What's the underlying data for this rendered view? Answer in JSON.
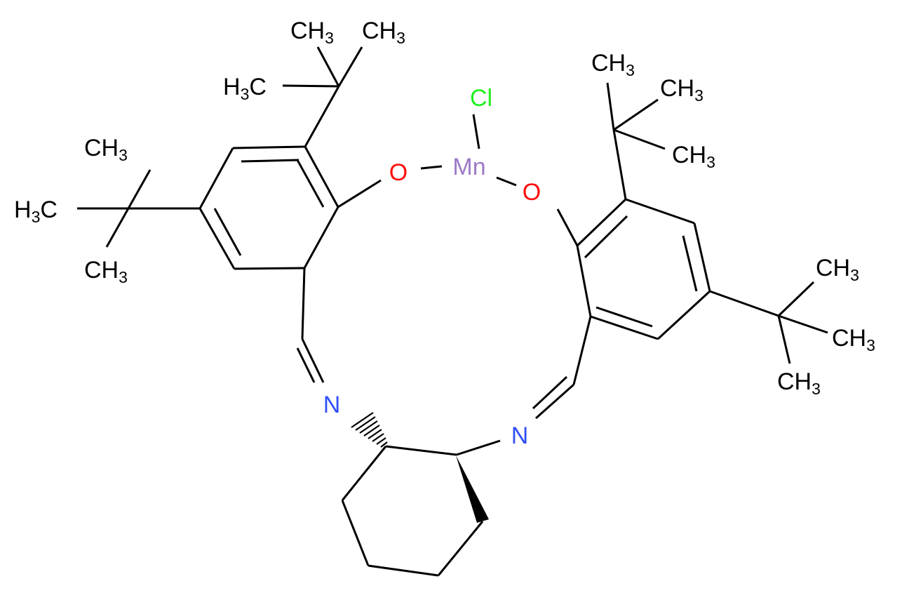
{
  "molecule": {
    "atoms": {
      "metal": "Mn",
      "halide": "Cl",
      "oxygen_left": "O",
      "oxygen_right": "O",
      "nitrogen_left": "N",
      "nitrogen_right": "N"
    },
    "methyl": {
      "base": "CH",
      "sub": "3"
    },
    "methyl_reversed": {
      "base": "H",
      "sub": "3",
      "tail": "C"
    },
    "colors": {
      "carbon_bond": "#000000",
      "oxygen": "#ff0d0d",
      "nitrogen": "#3050f8",
      "metal": "#9c7ac7",
      "chlorine": "#1ff01f"
    }
  }
}
